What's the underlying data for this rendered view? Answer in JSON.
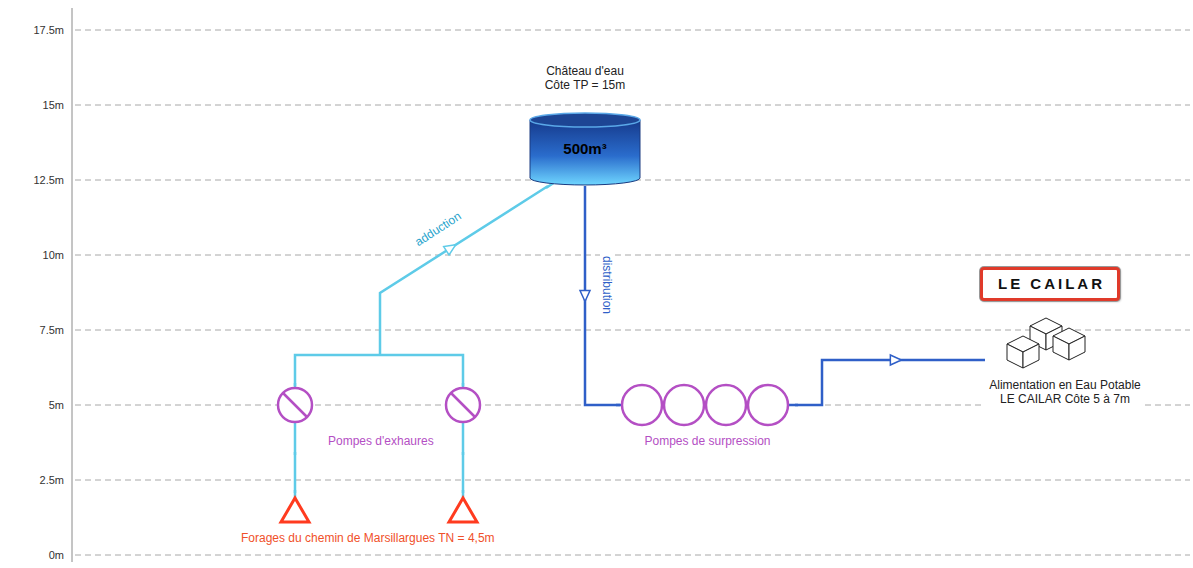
{
  "diagram": {
    "nodes": [
      {
        "text": [
          "Château d'eau Côte TP = 15m",
          "500m³"
        ]
      },
      {
        "text": [
          "LE CAILAR"
        ]
      },
      {
        "text": [
          "Pompes d'exhaures"
        ]
      },
      {
        "text": [
          "Pompes de surpression"
        ]
      },
      {
        "text": [
          "Alimentation en Eau Potable LE CAILAR Côte 5 à 7m"
        ]
      },
      {
        "text": [
          "Forages du chemin de Marsillargues TN = 4,5m"
        ]
      }
    ],
    "edges": [
      {
        "from": 5,
        "to": 2,
        "arrow": "none"
      },
      {
        "from": 2,
        "to": 0,
        "arrow": "to",
        "label": "adduction"
      },
      {
        "from": 0,
        "to": 3,
        "arrow": "to",
        "label": "distribution"
      },
      {
        "from": 3,
        "to": 4,
        "arrow": "to"
      }
    ],
    "labels": [
      "17.5m",
      "15m",
      "12.5m",
      "10m",
      "7.5m",
      "5m",
      "2.5m",
      "0m"
    ]
  }
}
